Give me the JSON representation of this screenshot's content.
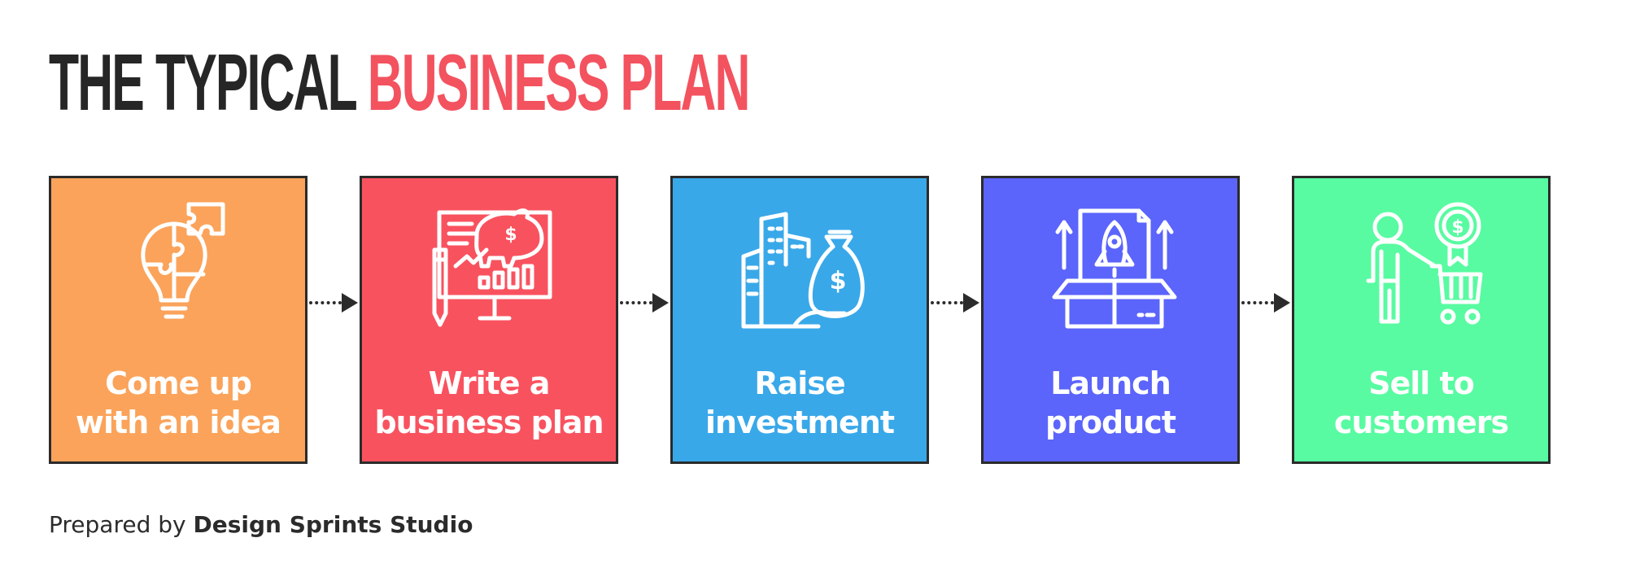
{
  "title": {
    "part1": "THE TYPICAL",
    "part2": "BUSINESS PLAN"
  },
  "colors": {
    "title_dark": "#262626",
    "title_accent": "#f3525f",
    "border": "#2b2b2b",
    "text_on_card": "#ffffff"
  },
  "steps": [
    {
      "label": "Come up\nwith an idea",
      "color": "#fba35a",
      "icon": "lightbulb-puzzle-icon"
    },
    {
      "label": "Write a\nbusiness plan",
      "color": "#f9525f",
      "icon": "presentation-board-piggy-bank-icon"
    },
    {
      "label": "Raise\ninvestment",
      "color": "#39a8e9",
      "icon": "city-money-bag-icon"
    },
    {
      "label": "Launch\nproduct",
      "color": "#5b64fb",
      "icon": "rocket-box-icon"
    },
    {
      "label": "Sell to\ncustomers",
      "color": "#58fba1",
      "icon": "person-shopping-cart-coin-icon"
    }
  ],
  "footer": {
    "prefix": "Prepared by",
    "studio": "Design Sprints Studio"
  }
}
